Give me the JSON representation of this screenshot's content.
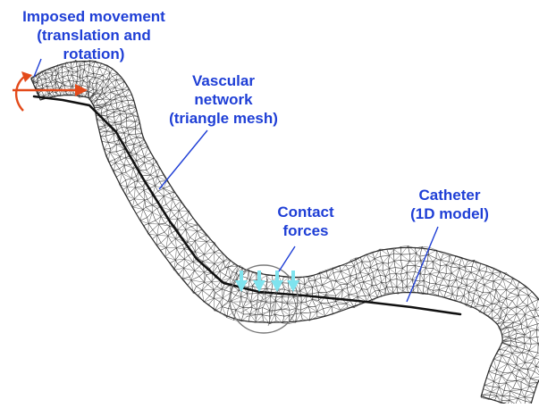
{
  "colors": {
    "label": "#1f3fd6",
    "leader": "#1f3fd6",
    "mesh": "#2a2a2a",
    "catheter": "#111111",
    "arrow_movement": "#e34a1a",
    "contact_arrows": "#7fe3ee",
    "contact_zone": "#7a7a7a"
  },
  "labels": {
    "imposed": {
      "line1": "Imposed movement",
      "line2": "(translation and",
      "line3": "rotation)"
    },
    "vascular": {
      "line1": "Vascular",
      "line2": "network",
      "line3": "(triangle mesh)"
    },
    "contact": {
      "line1": "Contact",
      "line2": "forces"
    },
    "catheter": {
      "line1": "Catheter",
      "line2": "(1D model)"
    }
  },
  "icons": {
    "movement": "red-translation-rotation-arrows",
    "contact": "cyan-force-arrows"
  }
}
